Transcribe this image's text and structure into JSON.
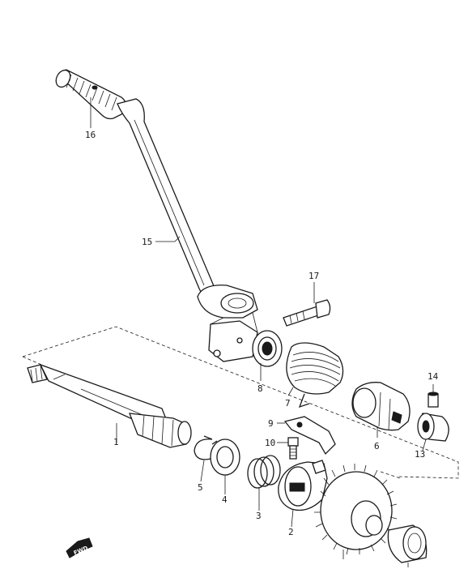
{
  "diagram": {
    "parts": [
      {
        "id": "part-1",
        "label": "1"
      },
      {
        "id": "part-2",
        "label": "2"
      },
      {
        "id": "part-3",
        "label": "3"
      },
      {
        "id": "part-4",
        "label": "4"
      },
      {
        "id": "part-5",
        "label": "5"
      },
      {
        "id": "part-6",
        "label": "6"
      },
      {
        "id": "part-7",
        "label": "7"
      },
      {
        "id": "part-8",
        "label": "8"
      },
      {
        "id": "part-9",
        "label": "9"
      },
      {
        "id": "part-10",
        "label": "10"
      },
      {
        "id": "part-13",
        "label": "13"
      },
      {
        "id": "part-14",
        "label": "14"
      },
      {
        "id": "part-15",
        "label": "15"
      },
      {
        "id": "part-16",
        "label": "16"
      },
      {
        "id": "part-17",
        "label": "17"
      }
    ],
    "direction_marker": "FWD"
  }
}
